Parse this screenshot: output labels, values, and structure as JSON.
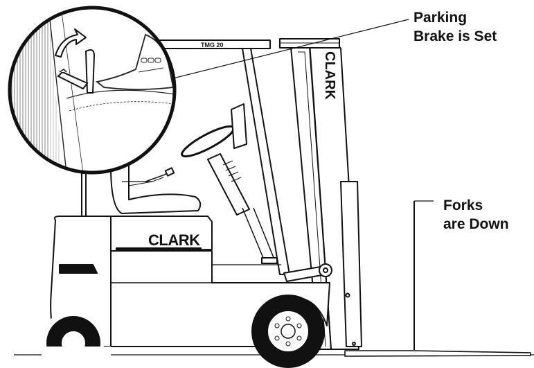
{
  "callouts": {
    "parking_brake": {
      "line1": "Parking",
      "line2": "Brake is Set"
    },
    "forks": {
      "line1": "Forks",
      "line2": "are Down"
    }
  },
  "brand": {
    "mast_text": "CLARK",
    "body_text": "CLARK",
    "model_text": "TMG 20"
  },
  "icons": [
    "forklift-illustration",
    "parking-brake-lever-icon",
    "rotation-arrow-icon",
    "driver-boot-icon",
    "steering-wheel-icon",
    "rear-wheel-icon",
    "front-wheel-icon"
  ],
  "colors": {
    "ink": "#111111",
    "background": "#ffffff",
    "hatch": "#222222"
  }
}
